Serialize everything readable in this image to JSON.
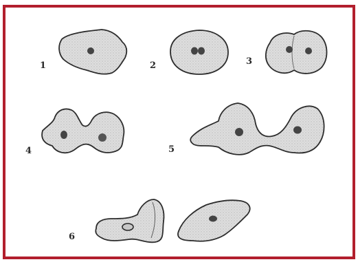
{
  "stages": [
    {
      "label": "1"
    },
    {
      "label": "2"
    },
    {
      "label": "3"
    },
    {
      "label": "4"
    },
    {
      "label": "5"
    },
    {
      "label": "6"
    }
  ],
  "colors": {
    "frame": "#b21f2d",
    "cell_fill": "#dedede",
    "cell_stroke": "#2c2c2c",
    "nucleus": "#444444"
  }
}
